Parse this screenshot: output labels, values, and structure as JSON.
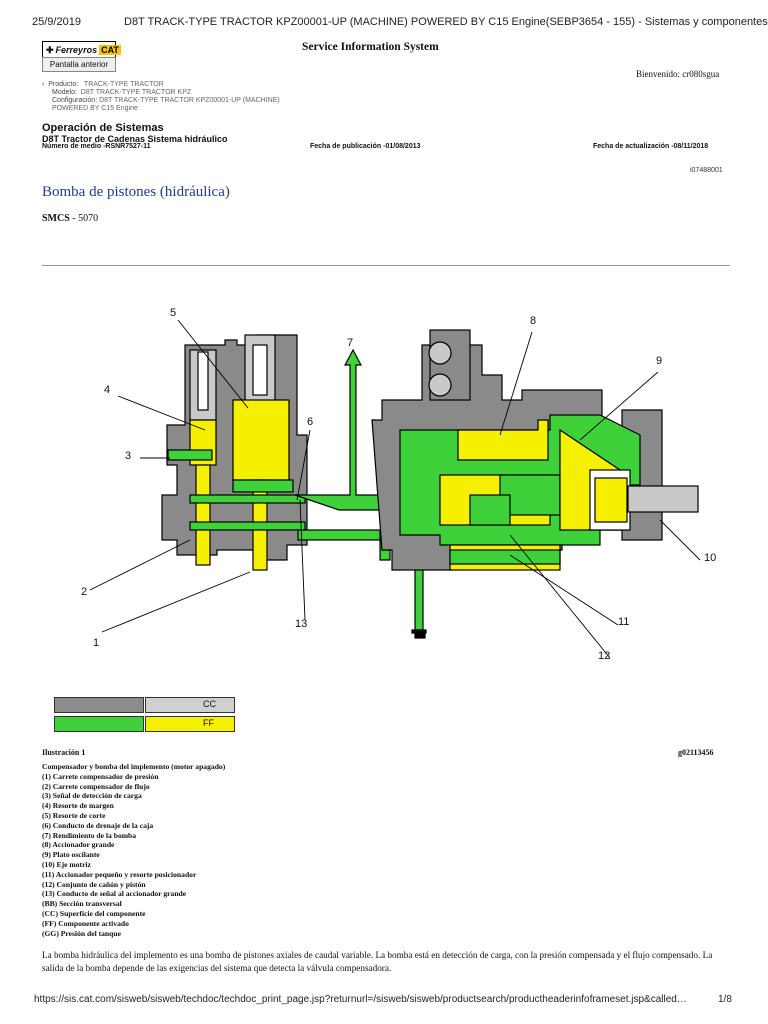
{
  "header": {
    "date": "25/9/2019",
    "doc_title": "D8T TRACK-TYPE TRACTOR KPZ00001-UP (MACHINE) POWERED BY C15 Engine(SEBP3654 - 155) - Sistemas y componentes"
  },
  "logo": {
    "text": "Ferreyros",
    "cat": "CAT"
  },
  "nav": {
    "back_button": "Pantalla anterior"
  },
  "sis_title": "Service Information System",
  "welcome": "Bienvenido: cr080sgua",
  "breadcrumb": {
    "producto_key": "Producto:",
    "producto": "TRACK-TYPE TRACTOR",
    "modelo_key": "Modelo:",
    "modelo": "D8T TRACK-TYPE TRACTOR KPZ",
    "config_key": "Configuración:",
    "config": "D8T TRACK-TYPE TRACTOR KPZ00001-UP (MACHINE)",
    "engine": "POWERED BY C15 Engine"
  },
  "section": {
    "title": "Operación de Sistemas",
    "subtitle": "D8T Tractor de Cadenas Sistema hidráulico",
    "media": "Número de medio -RSNR7527-11",
    "published": "Fecha de publicación -01/08/2013",
    "updated": "Fecha de actualización -08/11/2018"
  },
  "doc_id": "i07488001",
  "page_title": "Bomba de pistones (hidráulica)",
  "smcs": {
    "label": "SMCS",
    "value": " - 5070"
  },
  "diagram": {
    "callouts": [
      "1",
      "2",
      "3",
      "4",
      "5",
      "6",
      "7",
      "8",
      "9",
      "10",
      "11",
      "12",
      "13"
    ],
    "colors": {
      "gray_dark": "#8a8a8a",
      "gray_light": "#c9c9c9",
      "green": "#3fd13a",
      "yellow": "#f5f000"
    }
  },
  "legend": [
    {
      "code": "BB",
      "color": "#8c8c8c"
    },
    {
      "code": "CC",
      "color": "#d0d0d0"
    },
    {
      "code": "GG",
      "color": "#3fd13a"
    },
    {
      "code": "FF",
      "color": "#f5f000"
    }
  ],
  "illustration": {
    "label": "Ilustración 1",
    "ref": "g02113456"
  },
  "caption": [
    "Compensador y bomba del implemento (motor apagado)",
    "(1) Carrete compensador de presión",
    "(2) Carrete compensador de flujo",
    "(3) Señal de detección de carga",
    "(4) Resorte de margen",
    "(5) Resorte de corte",
    "(6) Conducto de drenaje de la caja",
    "(7) Rendimiento de la bomba",
    "(8) Accionador grande",
    "(9) Plato oscilante",
    "(10) Eje motriz",
    "(11) Accionador pequeño y resorte posicionador",
    "(12) Conjunto de cañón y pistón",
    "(13) Conducto de señal al accionador grande",
    "(BB) Sección transversal",
    "(CC) Superficie del componente",
    "(FF) Componente activado",
    "(GG) Presión del tanque"
  ],
  "paragraph": "La bomba hidráulica del implemento es una bomba de pistones axiales de caudal variable. La bomba está en detección de carga, con la presión compensada y el flujo compensado. La salida de la bomba depende de las exigencias del sistema que detecta la válvula compensadora.",
  "footer": {
    "url": "https://sis.cat.com/sisweb/sisweb/techdoc/techdoc_print_page.jsp?returnurl=/sisweb/sisweb/productsearch/productheaderinfoframeset.jsp&called…",
    "page": "1/8"
  }
}
